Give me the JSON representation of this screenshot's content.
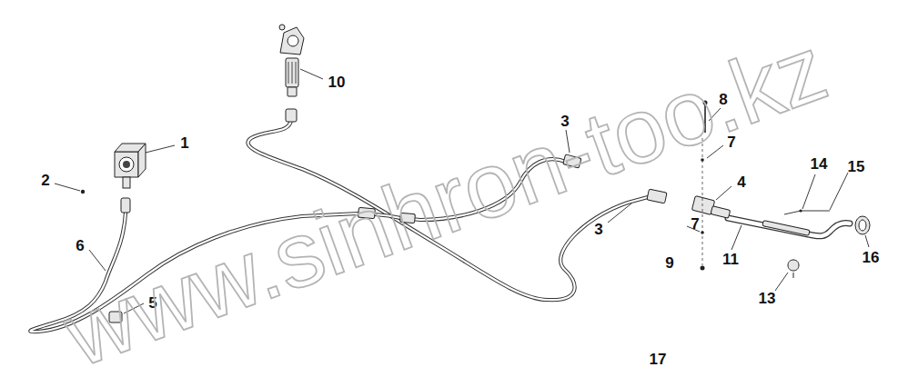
{
  "diagram": {
    "labels": [
      "1",
      "2",
      "3",
      "3",
      "4",
      "5",
      "6",
      "7",
      "7",
      "8",
      "9",
      "10",
      "11",
      "13",
      "14",
      "15",
      "16",
      "17",
      "www.sinhron-too.kz"
    ]
  }
}
